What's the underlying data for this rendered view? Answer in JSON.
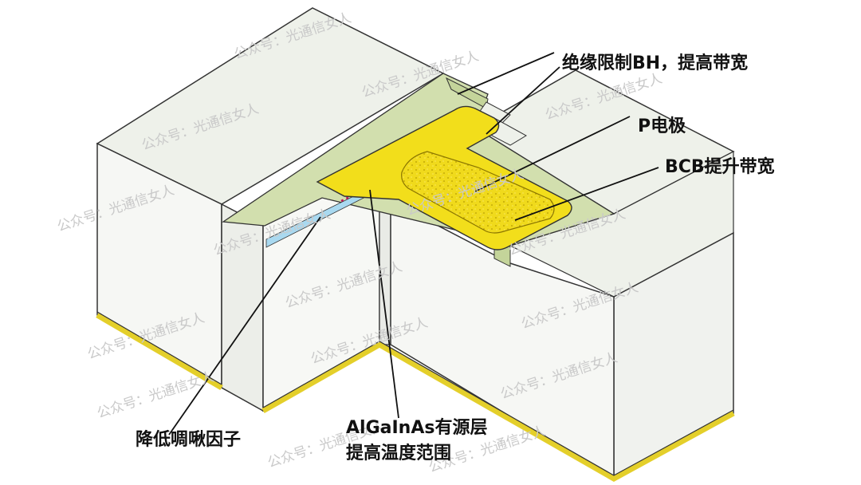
{
  "labels": {
    "bh": "绝缘限制BH，提高带宽",
    "p_electrode": "P电极",
    "bcb": "BCB提升带宽",
    "chirp": "降低啁啾因子",
    "active_line1": "AlGaInAs有源层",
    "active_line2": "提高温度范围"
  },
  "watermark": "公众号：光通信女人",
  "colors": {
    "top_surface": "#eef1ea",
    "left_face": "#f6f7f4",
    "right_face": "#f0f2ee",
    "bcb": "#d2dfae",
    "electrode": "#f2de1b",
    "electrode_dark": "#c9b400",
    "active_layer": "#a9d9f0",
    "substrate_gold": "#e4cf2a",
    "outline": "#333333"
  }
}
